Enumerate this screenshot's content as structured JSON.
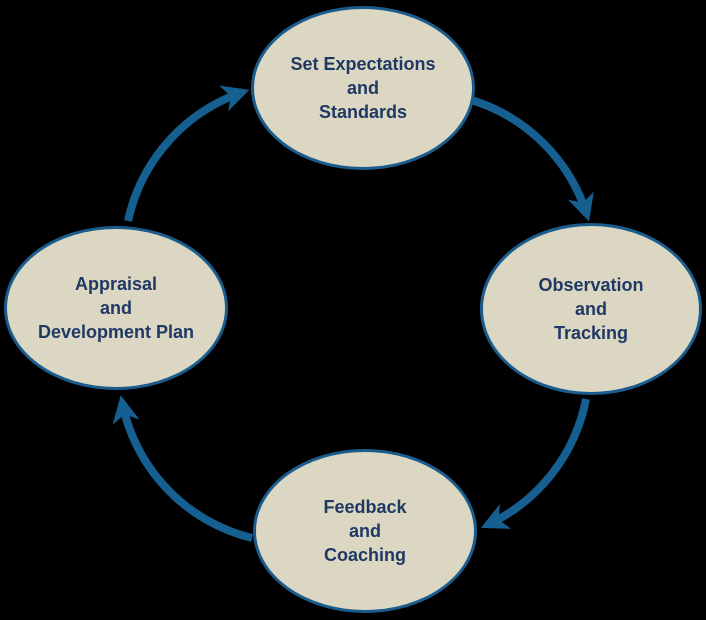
{
  "colors": {
    "background": "#000000",
    "node_fill": "#dbd7c2",
    "node_border": "#1a5c8d",
    "arrow": "#156090",
    "text": "#1f3864"
  },
  "nodes": {
    "top": {
      "line1": "Set Expectations",
      "line2": "and",
      "line3": "Standards"
    },
    "right": {
      "line1": "Observation",
      "line2": "and",
      "line3": "Tracking"
    },
    "bottom": {
      "line1": "Feedback",
      "line2": "and",
      "line3": "Coaching"
    },
    "left": {
      "line1": "Appraisal",
      "line2": "and",
      "line3": "Development Plan"
    }
  }
}
